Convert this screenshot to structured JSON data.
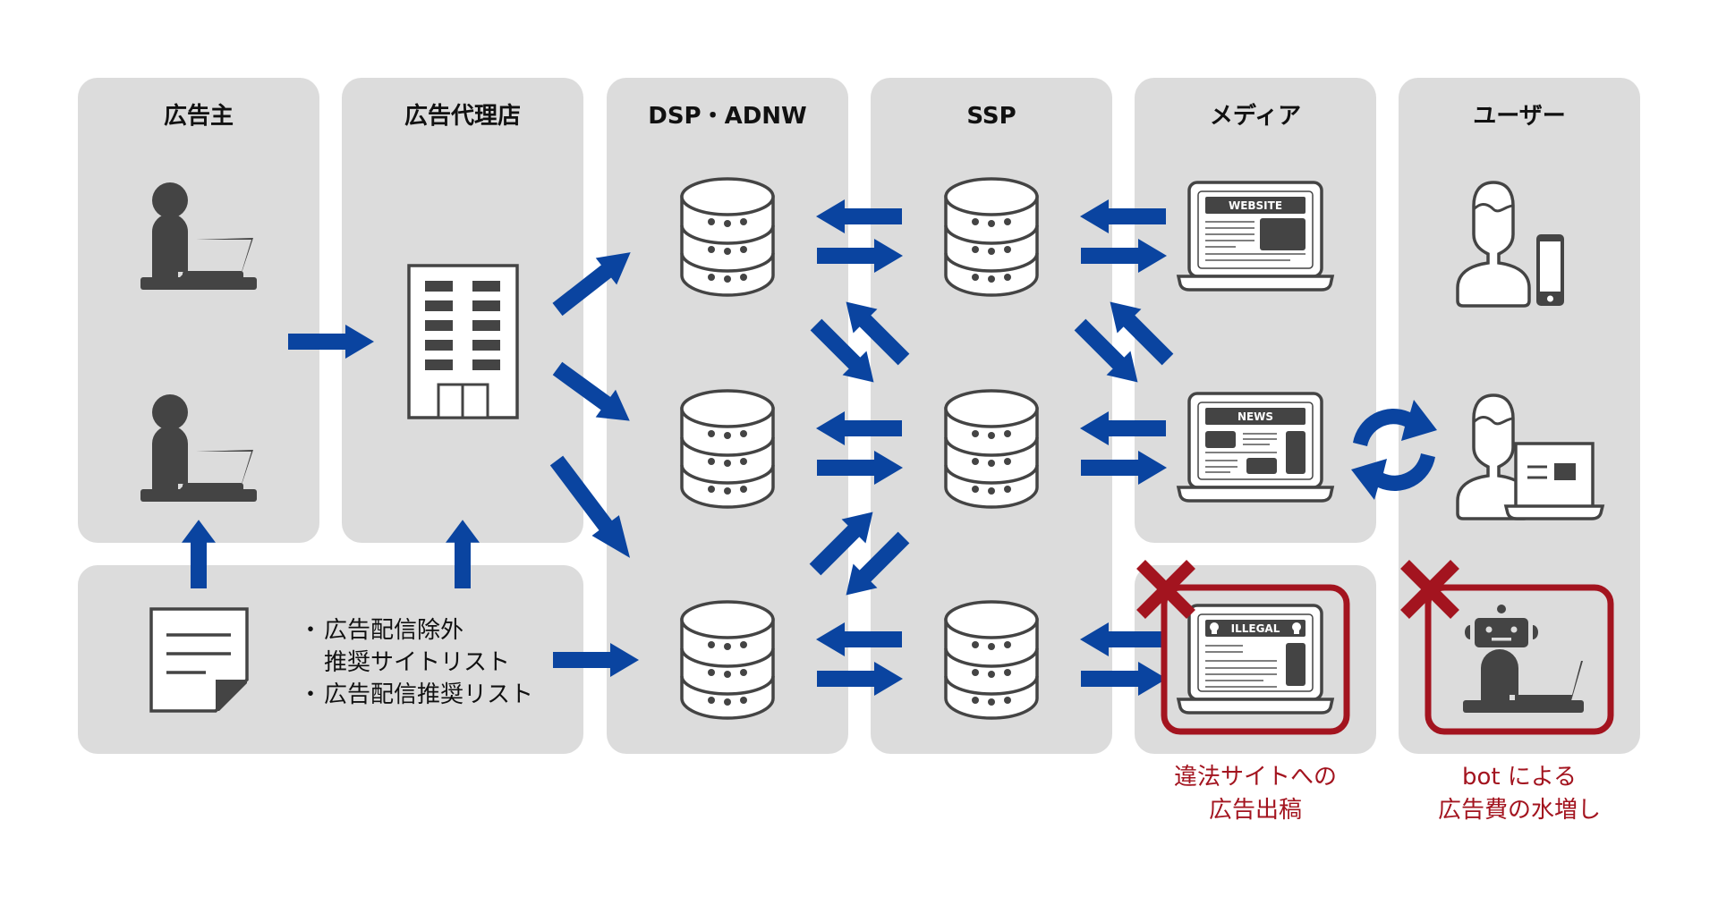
{
  "diagram": {
    "columns": [
      {
        "id": "advertiser",
        "title": "広告主"
      },
      {
        "id": "agency",
        "title": "広告代理店"
      },
      {
        "id": "dsp",
        "title": "DSP・ADNW"
      },
      {
        "id": "ssp",
        "title": "SSP"
      },
      {
        "id": "media",
        "title": "メディア"
      },
      {
        "id": "user",
        "title": "ユーザー"
      }
    ],
    "lists_panel": {
      "items": [
        {
          "bullet": "・",
          "line1": "広告配信除外",
          "line2": "推奨サイトリスト"
        },
        {
          "bullet": "・",
          "line1": "広告配信推奨リスト",
          "line2": ""
        }
      ]
    },
    "media_sites": [
      {
        "label": "WEBSITE",
        "status": "legitimate"
      },
      {
        "label": "NEWS",
        "status": "legitimate"
      },
      {
        "label": "ILLEGAL",
        "status": "blocked"
      }
    ],
    "risks": [
      {
        "line1": "違法サイトへの",
        "line2": "広告出稿",
        "icon": "illegal-site-laptop"
      },
      {
        "line1": "bot による",
        "line2": "広告費の水増し",
        "icon": "bot-at-desk"
      }
    ],
    "colors": {
      "panel": "#dcdcdc",
      "arrow": "#0a44a0",
      "icon": "#444444",
      "warning": "#a3141f"
    },
    "icons": {
      "advertiser": "person-at-laptop-icon",
      "agency": "office-building-icon",
      "dsp": "database-server-icon",
      "ssp": "database-server-icon",
      "media": "laptop-webpage-icon",
      "user": "user-with-device-icon",
      "list": "document-icon",
      "exchange": "refresh-cycle-icon",
      "blocked": "x-mark-icon"
    }
  }
}
